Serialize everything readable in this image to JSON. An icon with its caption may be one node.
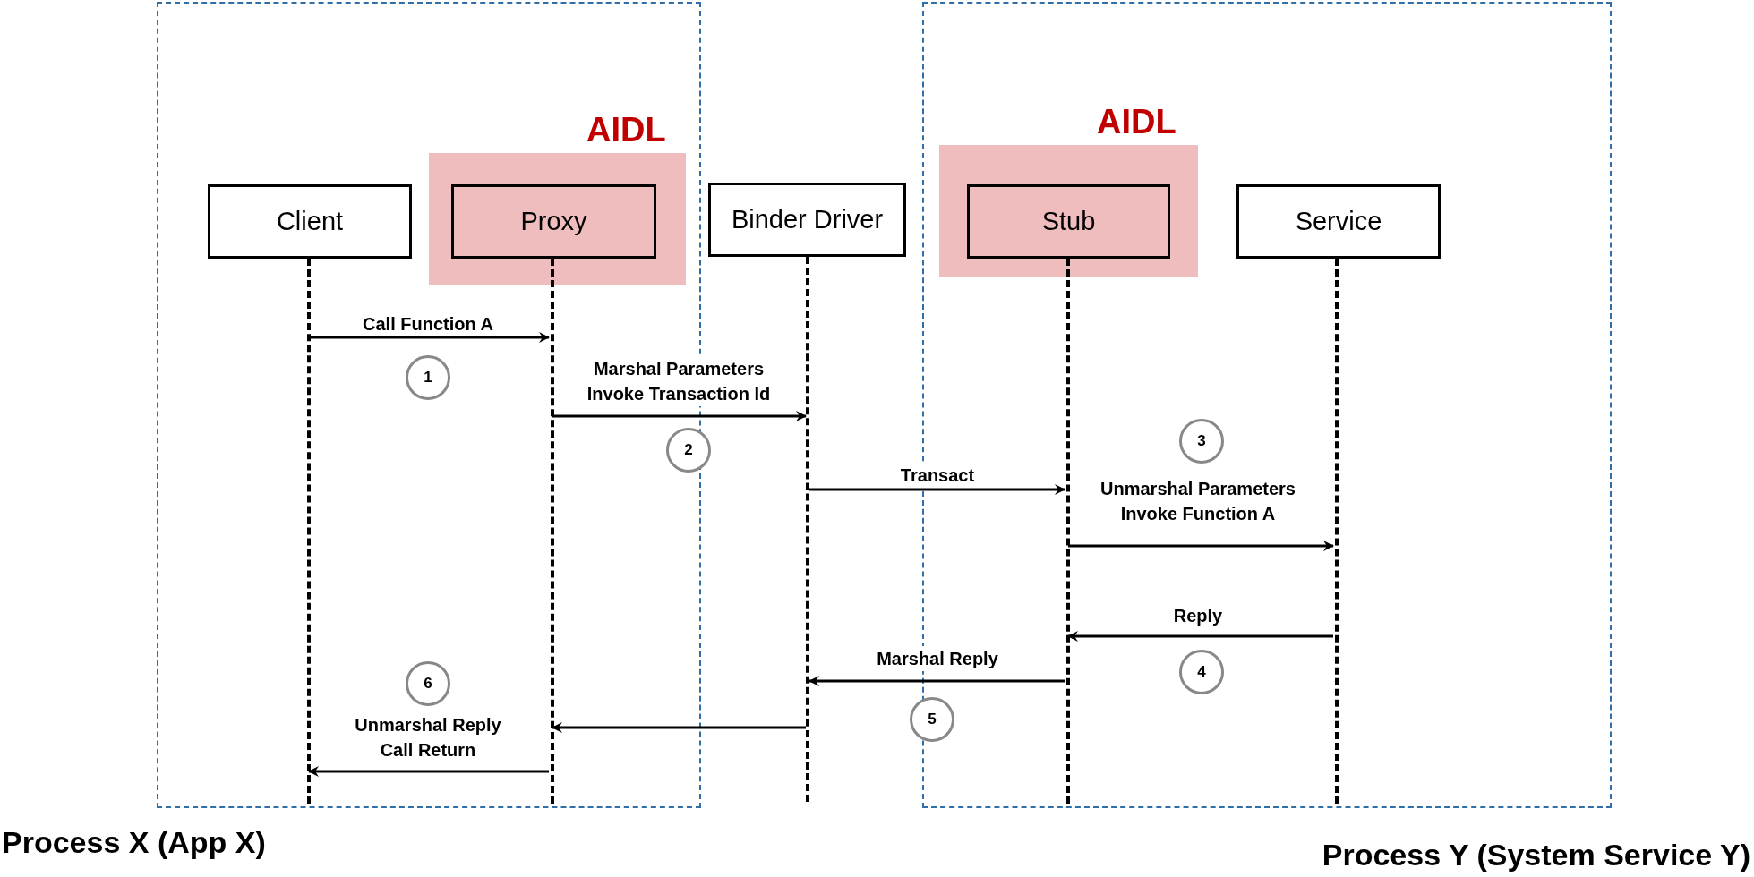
{
  "diagram": {
    "nodes": [
      {
        "text": [
          "Process X (App X)"
        ]
      },
      {
        "text": [
          "Process Y (System Service Y)"
        ]
      },
      {
        "text": [
          "AIDL"
        ],
        "in": 0
      },
      {
        "text": [
          "AIDL"
        ],
        "in": 1
      },
      {
        "text": [
          "Client"
        ],
        "in": 0
      },
      {
        "text": [
          "Proxy"
        ],
        "in": 2
      },
      {
        "text": [
          "Binder Driver"
        ]
      },
      {
        "text": [
          "Stub"
        ],
        "in": 3
      },
      {
        "text": [
          "Service"
        ],
        "in": 1
      },
      {
        "text": [],
        "shape": "bar",
        "in": 0
      },
      {
        "text": [],
        "shape": "bar",
        "in": 0
      },
      {
        "text": [],
        "shape": "bar"
      },
      {
        "text": [],
        "shape": "bar",
        "in": 1
      },
      {
        "text": [],
        "shape": "bar",
        "in": 1
      },
      {
        "text": [
          "1"
        ],
        "in": 0
      },
      {
        "text": [
          "2"
        ]
      },
      {
        "text": [
          "3"
        ],
        "in": 1
      },
      {
        "text": [
          "4"
        ],
        "in": 1
      },
      {
        "text": [
          "5"
        ]
      },
      {
        "text": [
          "6"
        ],
        "in": 0
      }
    ],
    "edges": [
      {
        "from": 9,
        "to": 10,
        "arrow": "to",
        "label": "Call Function A"
      },
      {
        "from": 10,
        "to": 11,
        "arrow": "to",
        "label": "Marshal Parameters Invoke Transaction Id"
      },
      {
        "from": 11,
        "to": 12,
        "arrow": "to",
        "label": "Transact"
      },
      {
        "from": 12,
        "to": 13,
        "arrow": "to",
        "label": "Unmarshal Parameters Invoke Function A"
      },
      {
        "from": 13,
        "to": 12,
        "arrow": "to",
        "label": "Reply"
      },
      {
        "from": 12,
        "to": 11,
        "arrow": "to",
        "label": "Marshal Reply"
      },
      {
        "from": 11,
        "to": 10,
        "arrow": "to"
      },
      {
        "from": 10,
        "to": 9,
        "arrow": "to",
        "label": "Unmarshal Reply Call Return"
      }
    ]
  }
}
